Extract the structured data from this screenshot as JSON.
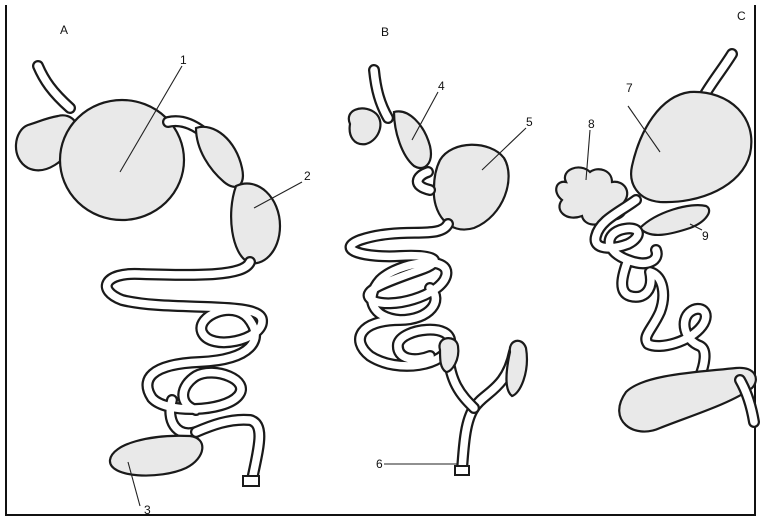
{
  "panels": {
    "a": "A",
    "b": "B",
    "c": "C"
  },
  "labels": {
    "n1": "1",
    "n2": "2",
    "n3": "3",
    "n4": "4",
    "n5": "5",
    "n6": "6",
    "n7": "7",
    "n8": "8",
    "n9": "9"
  }
}
